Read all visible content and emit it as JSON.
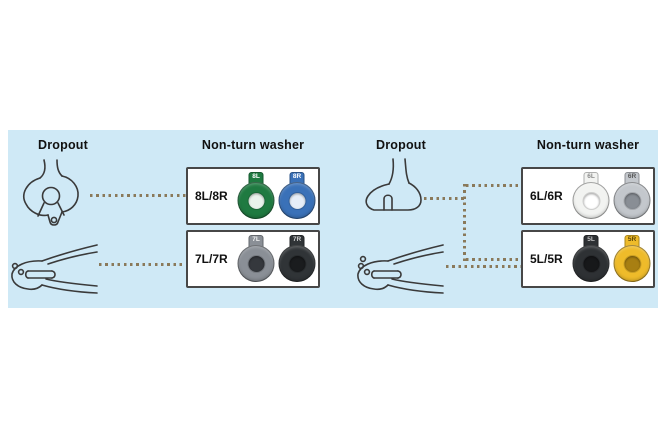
{
  "colors": {
    "panel_bg": "#cfe9f6",
    "dotted": "#8a795a",
    "box_border": "#474747",
    "line_art": "#3a3a3a"
  },
  "sections": [
    {
      "dropout_header": "Dropout",
      "washer_header": "Non-turn washer",
      "rows": [
        {
          "dropout_type": "vertical dropout with derailleur hanger",
          "box_label": "8L/8R",
          "washers": [
            {
              "marking": "8L",
              "ring": "#1f7a41",
              "hole": "#e9f3ec",
              "mark_color": "#ffffff"
            },
            {
              "marking": "8R",
              "ring": "#3a71b8",
              "hole": "#e6eef8",
              "mark_color": "#ffffff"
            }
          ]
        },
        {
          "dropout_type": "horizontal dropout",
          "box_label": "7L/7R",
          "washers": [
            {
              "marking": "7L",
              "ring": "#8a8f96",
              "hole": "#35383d",
              "mark_color": "#f2f2f2"
            },
            {
              "marking": "7R",
              "ring": "#303437",
              "hole": "#1a1c1e",
              "mark_color": "#d0d0d0"
            }
          ]
        }
      ]
    },
    {
      "dropout_header": "Dropout",
      "washer_header": "Non-turn washer",
      "rows": [
        {
          "dropout_type": "vertical dropout",
          "box_label": "6L/6R",
          "washers": [
            {
              "marking": "6L",
              "ring": "#f2f3f1",
              "hole": "#ffffff",
              "mark_color": "#8a8a8a"
            },
            {
              "marking": "6R",
              "ring": "#c3c7cc",
              "hole": "#898e95",
              "mark_color": "#555555"
            }
          ]
        },
        {
          "dropout_type": "horizontal dropout",
          "box_label": "5L/5R",
          "washers": [
            {
              "marking": "5L",
              "ring": "#2e3134",
              "hole": "#17181a",
              "mark_color": "#c0c0c0"
            },
            {
              "marking": "5R",
              "ring": "#eebb2a",
              "hole": "#a87f12",
              "mark_color": "#5c4507"
            }
          ]
        }
      ]
    }
  ]
}
